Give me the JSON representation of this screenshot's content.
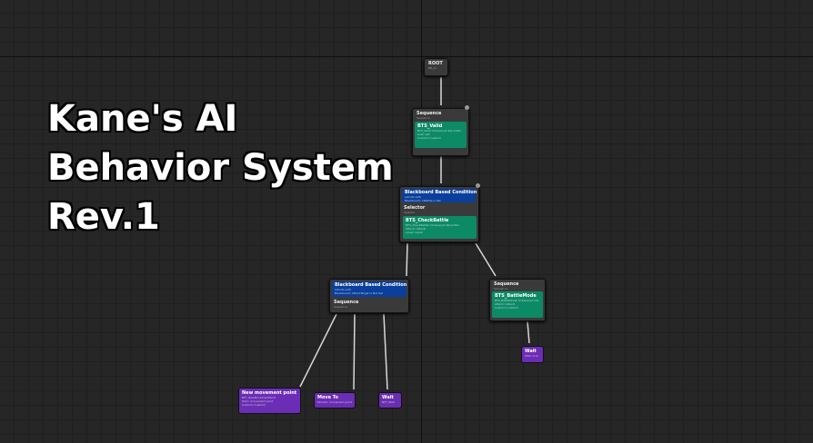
{
  "title": {
    "line1": "Kane's AI",
    "line2": "Behavior System",
    "line3": "Rev.1"
  },
  "nodes": {
    "root": {
      "icon": "root-icon",
      "label": "ROOT",
      "sub": "BB_AI"
    },
    "seq1": {
      "label": "Sequence",
      "sub": "Sequence",
      "service": {
        "label": "BTS_Valid",
        "sub": "BTS_Valid: tickevery0.40s-0.60s",
        "line1": "bush self",
        "line2": "Custom! Custom!"
      }
    },
    "selector": {
      "decorator": {
        "label": "Blackboard Based Condition",
        "sub1": "(aborts self)",
        "sub2": "Blackboard: InBattle is Set"
      },
      "label": "Selector",
      "sub": "Selector",
      "service": {
        "label": "BTS_CheckBattle",
        "sub": "BTS_CheckBattle: tickevery0.40s-0.60s",
        "line1": "Attack! Attack!",
        "line2": "Level! Level!"
      }
    },
    "seq_left": {
      "decorator": {
        "label": "Blackboard Based Condition",
        "sub1": "(aborts self)",
        "sub2": "Blackboard: AttackTarget is Not Set"
      },
      "label": "Sequence",
      "sub": "Sequence"
    },
    "seq_right": {
      "label": "Sequence",
      "sub": "Sequence",
      "service": {
        "label": "BTS_BattleMode",
        "sub": "BTS_BattleMode: tickevery0.10s",
        "line1": "Attack! Attack!",
        "line2": "Custom! Custom!"
      }
    },
    "wait_right": {
      "label": "Wait",
      "sub": "Wait: 0.1s"
    },
    "new_point": {
      "label": "New movement point",
      "sub": "BTT_NewMovementPoint",
      "line1": "Point: movement point",
      "line2": "Custom! Custom!"
    },
    "move_to": {
      "label": "Move To",
      "sub": "MoveTo: movement point"
    },
    "wait_left": {
      "label": "Wait",
      "sub": "BTT_Wait"
    }
  },
  "colors": {
    "service": "#0c8a66",
    "decorator": "#0b3f9c",
    "task": "#6b2db5",
    "background": "#262626"
  }
}
